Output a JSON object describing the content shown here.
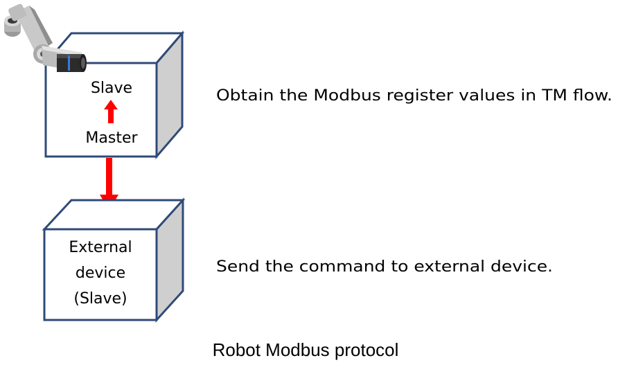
{
  "diagram": {
    "upper_box": {
      "top_label": "Slave",
      "bottom_label": "Master"
    },
    "upper_description": "Obtain the Modbus register values in TM flow.",
    "lower_box": {
      "line1": "External",
      "line2": "device",
      "line3": "(Slave)"
    },
    "lower_description": "Send the command to external device.",
    "caption": "Robot Modbus protocol",
    "colors": {
      "box_stroke": "#2f4a78",
      "box_side_fill": "#cfcfcf",
      "arrow": "#ff0000"
    },
    "icons": {
      "robot_arm": "robot-arm-icon"
    }
  }
}
